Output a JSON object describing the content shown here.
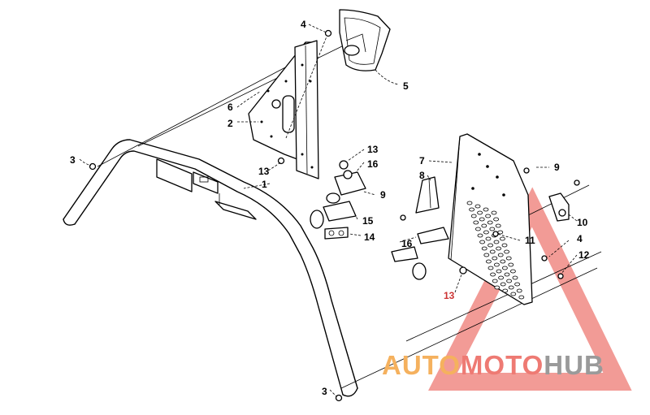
{
  "callouts": [
    {
      "id": "c4a",
      "text": "4"
    },
    {
      "id": "c5",
      "text": "5"
    },
    {
      "id": "c6",
      "text": "6"
    },
    {
      "id": "c2",
      "text": "2"
    },
    {
      "id": "c3a",
      "text": "3"
    },
    {
      "id": "c13a",
      "text": "13"
    },
    {
      "id": "c1",
      "text": "1"
    },
    {
      "id": "c13b",
      "text": "13"
    },
    {
      "id": "c16a",
      "text": "16"
    },
    {
      "id": "c7",
      "text": "7"
    },
    {
      "id": "c8",
      "text": "8"
    },
    {
      "id": "c9a",
      "text": "9"
    },
    {
      "id": "c9b",
      "text": "9"
    },
    {
      "id": "c15",
      "text": "15"
    },
    {
      "id": "c14",
      "text": "14"
    },
    {
      "id": "c16b",
      "text": "16"
    },
    {
      "id": "c10",
      "text": "10"
    },
    {
      "id": "c11",
      "text": "11"
    },
    {
      "id": "c4b",
      "text": "4"
    },
    {
      "id": "c12",
      "text": "12"
    },
    {
      "id": "c13c",
      "text": "13"
    },
    {
      "id": "c3b",
      "text": "3"
    }
  ],
  "watermark": {
    "part1": "AUTO",
    "part2": "MOTO",
    "part3": "HUB",
    "colors": {
      "auto": "#f5b15e",
      "moto": "#ee7a73",
      "hub": "#9a9a9a",
      "triangle": "#ee7a73"
    }
  }
}
